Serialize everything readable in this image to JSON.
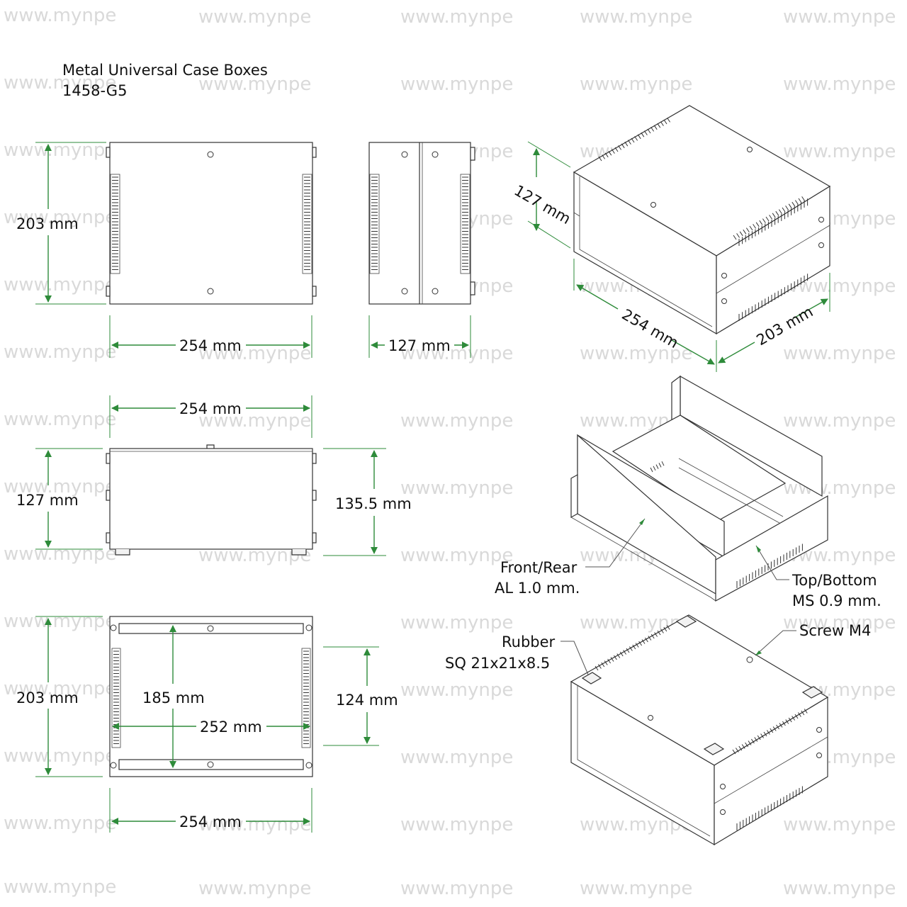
{
  "title": {
    "line1": "Metal Universal Case Boxes",
    "line2": "1458-G5"
  },
  "watermark": "www.mynpe",
  "dimensions": {
    "front_height": "203 mm",
    "front_width": "254 mm",
    "side_width": "127 mm",
    "iso_height": "127 mm",
    "iso_width": "254 mm",
    "iso_depth": "203 mm",
    "top_width": "254 mm",
    "top_height": "127 mm",
    "top_total": "135.5 mm",
    "bottom_height": "203 mm",
    "inner_depth": "185 mm",
    "inner_width": "252 mm",
    "inner_height": "124 mm",
    "bottom_width": "254 mm"
  },
  "callouts": {
    "front_rear_1": "Front/Rear",
    "front_rear_2": "AL 1.0 mm.",
    "top_bottom_1": "Top/Bottom",
    "top_bottom_2": "MS 0.9 mm.",
    "rubber_1": "Rubber",
    "rubber_2": "SQ 21x21x8.5",
    "screw": "Screw M4"
  },
  "colors": {
    "dimension": "#2e8b3a",
    "line": "#333333",
    "watermark": "#d9d9d9"
  }
}
